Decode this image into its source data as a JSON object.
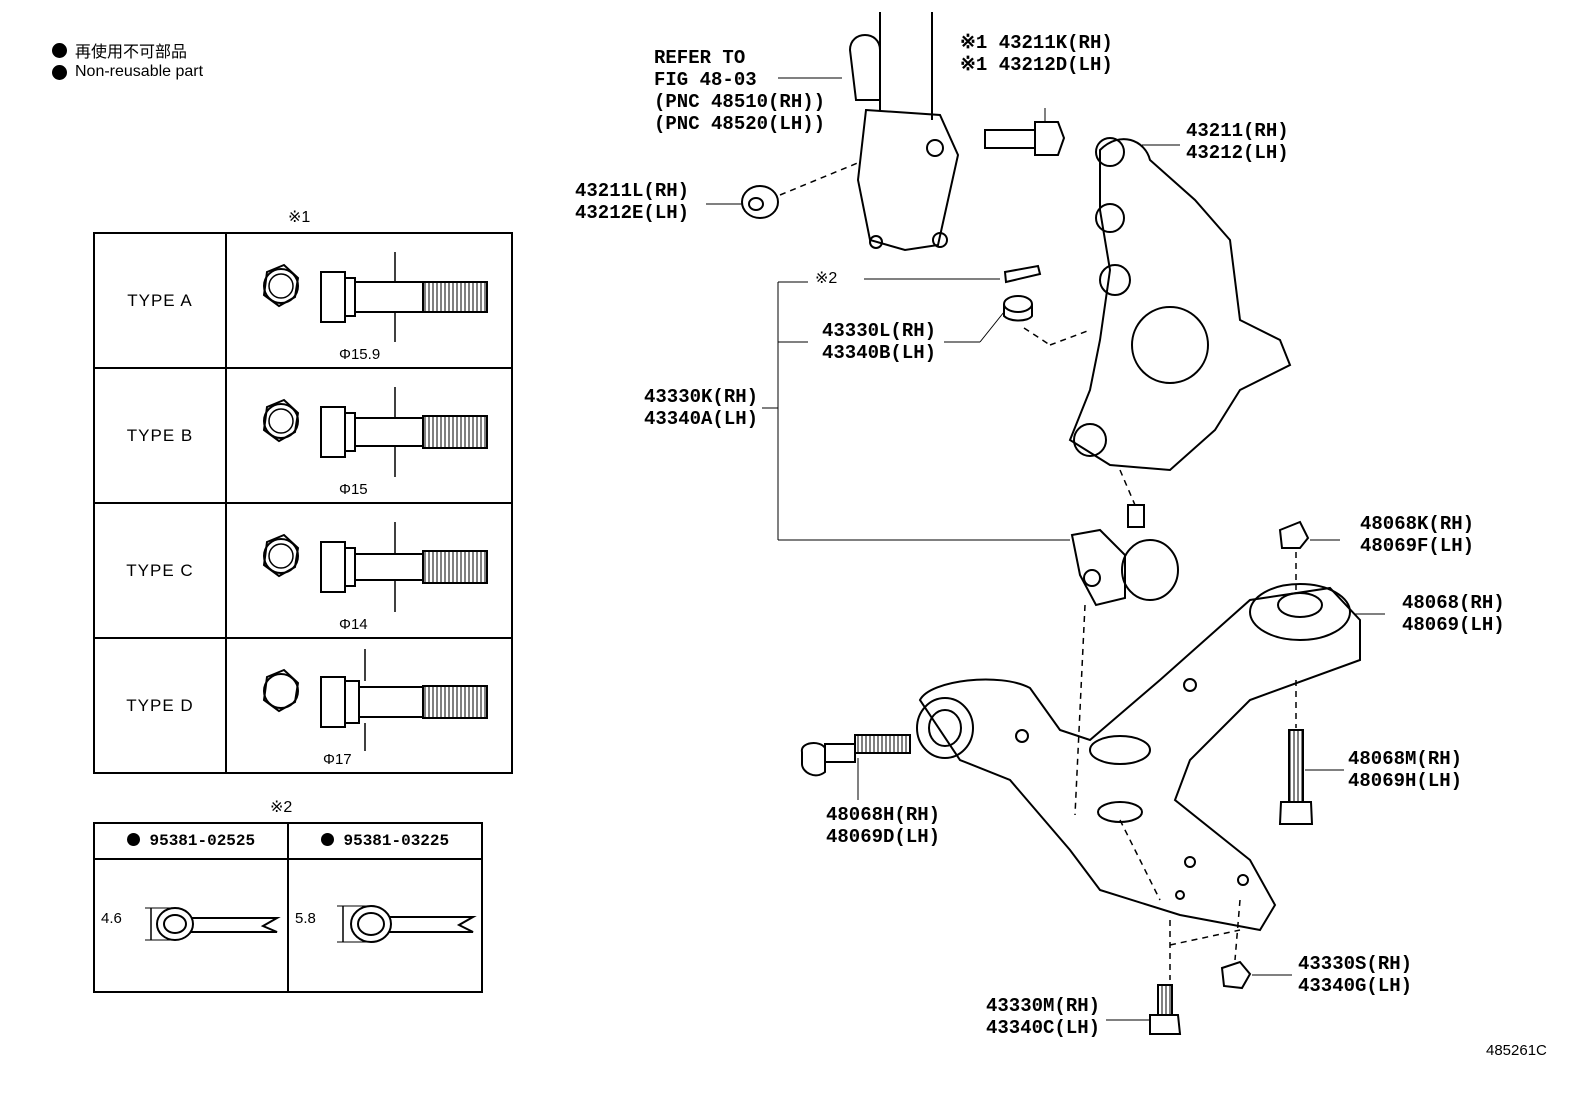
{
  "legend": {
    "jp": "再使用不可部品",
    "en": "Non-reusable part"
  },
  "table1": {
    "title": "※1",
    "rows": [
      {
        "type": "TYPE  A",
        "dia": "Φ15.9"
      },
      {
        "type": "TYPE  B",
        "dia": "Φ15"
      },
      {
        "type": "TYPE  C",
        "dia": "Φ14"
      },
      {
        "type": "TYPE  D",
        "dia": "Φ17"
      }
    ]
  },
  "table2": {
    "title": "※2",
    "cols": [
      {
        "part": "95381-02525",
        "dim": "4.6"
      },
      {
        "part": "95381-03225",
        "dim": "5.8"
      }
    ]
  },
  "labels": {
    "refer": [
      "REFER TO",
      "FIG 48-03",
      "(PNC 48510(RH))",
      "(PNC 48520(LH))"
    ],
    "bolt_k": [
      "※1 43211K(RH)",
      "※1 43212D(LH)"
    ],
    "knuckle": [
      "43211(RH)",
      "43212(LH)"
    ],
    "nut_l": [
      "43211L(RH)",
      "43212E(LH)"
    ],
    "clip_ref": "※2",
    "castle": [
      "43330L(RH)",
      "43340B(LH)"
    ],
    "balljoint": [
      "43330K(RH)",
      "43340A(LH)"
    ],
    "nut_48068k": [
      "48068K(RH)",
      "48069F(LH)"
    ],
    "arm": [
      "48068(RH)",
      "48069(LH)"
    ],
    "bolt_48068m": [
      "48068M(RH)",
      "48069H(LH)"
    ],
    "bolt_48068h": [
      "48068H(RH)",
      "48069D(LH)"
    ],
    "nut_43330s": [
      "43330S(RH)",
      "43340G(LH)"
    ],
    "bolt_43330m": [
      "43330M(RH)",
      "43340C(LH)"
    ],
    "ref_no": "485261C"
  }
}
